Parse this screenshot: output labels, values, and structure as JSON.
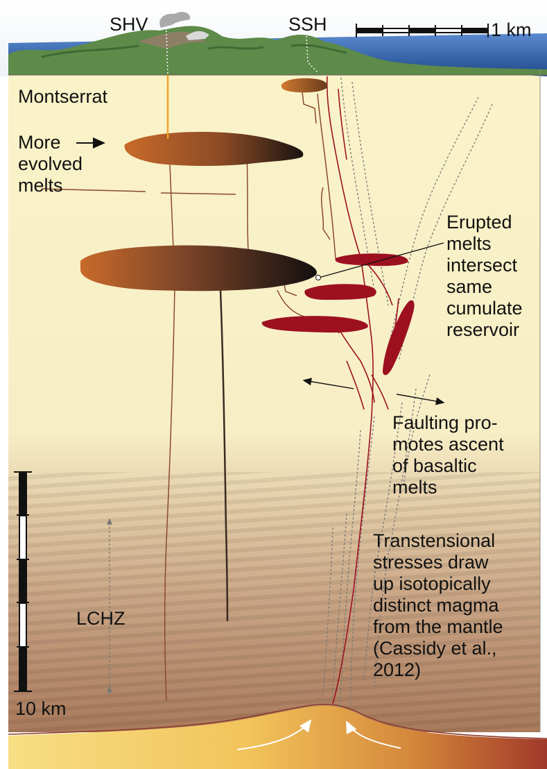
{
  "figure": {
    "labels": {
      "shv": "SHV",
      "ssh": "SSH",
      "top_scale": "1 km",
      "island": "Montserrat",
      "evolved": "More\nevolved\nmelts",
      "erupted": "Erupted\nmelts\nintersect\nsame\ncumulate\nreservoir",
      "faulting": "Faulting pro-\nmotes ascent\nof basaltic\nmelts",
      "transtensional": "Transtensional\nstresses draw\nup isotopically\ndistinct magma\nfrom the mantle\n(Cassidy et al.,\n2012)",
      "lchz": "LCHZ",
      "depth_scale": "10 km"
    },
    "colors": {
      "crust": "#faf3c8",
      "lower_crust": "#b98a68",
      "mantle_light": "#f6d77a",
      "mantle_dark": "#a0392a",
      "evolved_melt_start": "#c86a2a",
      "evolved_melt_end": "#1a1410",
      "basaltic_melt": "#9c1020",
      "dike": "#8a3a2a",
      "sea": "#2d5aa0",
      "land": "#5e8a4a"
    }
  }
}
